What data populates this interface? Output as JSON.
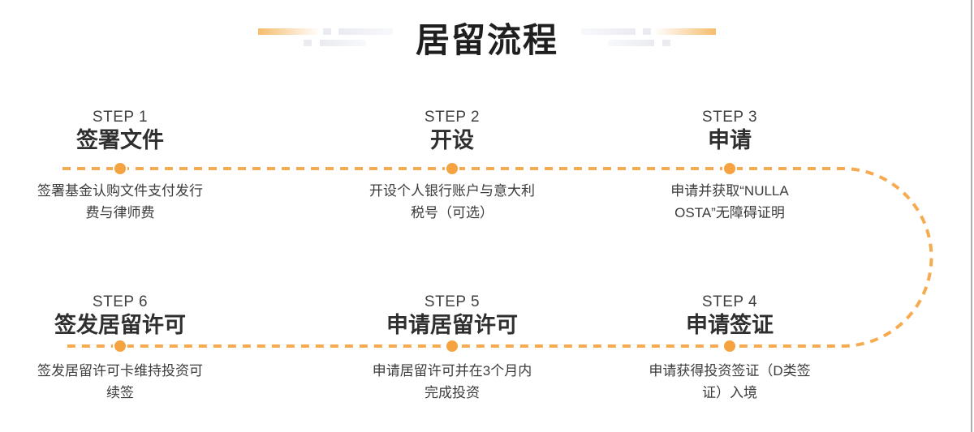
{
  "page": {
    "title": "居留流程"
  },
  "steps": [
    {
      "label": "STEP 1",
      "name": "签署文件",
      "desc": "签署基金认购文件支付发行\n费与律师费"
    },
    {
      "label": "STEP 2",
      "name": "开设",
      "desc": "开设个人银行账户与意大利\n税号（可选）"
    },
    {
      "label": "STEP 3",
      "name": "申请",
      "desc": "申请并获取“NULLA\nOSTA”无障碍证明"
    },
    {
      "label": "STEP 4",
      "name": "申请签证",
      "desc": "申请获得投资签证（D类签\n证）入境"
    },
    {
      "label": "STEP 5",
      "name": "申请居留许可",
      "desc": "申请居留许可并在3个月内\n完成投资"
    },
    {
      "label": "STEP 6",
      "name": "签发居留许可",
      "desc": "签发居留许可卡维持投资可\n续签"
    }
  ],
  "colors": {
    "dash_orange": "#f7ab51",
    "dot_orange": "#f5a340",
    "decor_orange": "#f5bd6d",
    "decor_gray": "#ebecf2",
    "title_text": "#1f1f1f",
    "body_text": "#3c3c3c",
    "edge_line_gray": "#adadad"
  }
}
